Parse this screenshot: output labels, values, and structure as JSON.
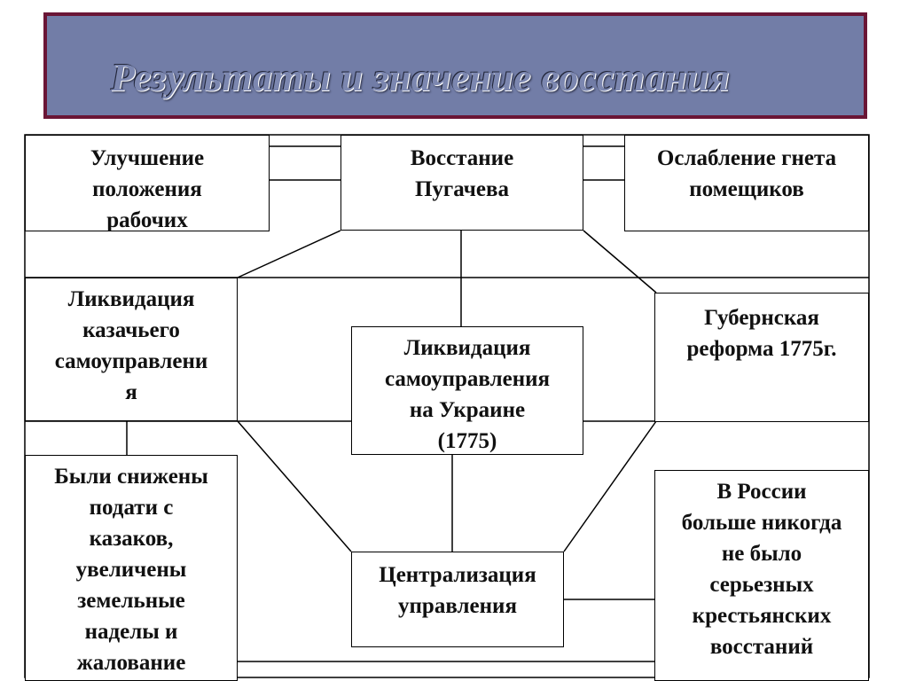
{
  "title": "Результаты и значение восстания",
  "nodes": {
    "workers": "Улучшение\nположения\nрабочих",
    "uprising": "Восстание\nПугачева",
    "landlords": "Ослабление гнета\nпомещиков",
    "cossack_self_gov": "Ликвидация\nказачьего\nсамоуправлени\nя",
    "provincial_reform": "Губернская\nреформа 1775г.",
    "ukraine": "Ликвидация\nсамоуправления\nна Украине\n(1775)",
    "cossack_taxes": "Были снижены\nподати с\nказаков,\nувеличены\nземельные\nнаделы и\nжалование",
    "centralization": "Централизация\nуправления",
    "no_uprisings": "В России\nбольше никогда\nне было\nсерьезных\nкрестьянских\nвосстаний"
  }
}
